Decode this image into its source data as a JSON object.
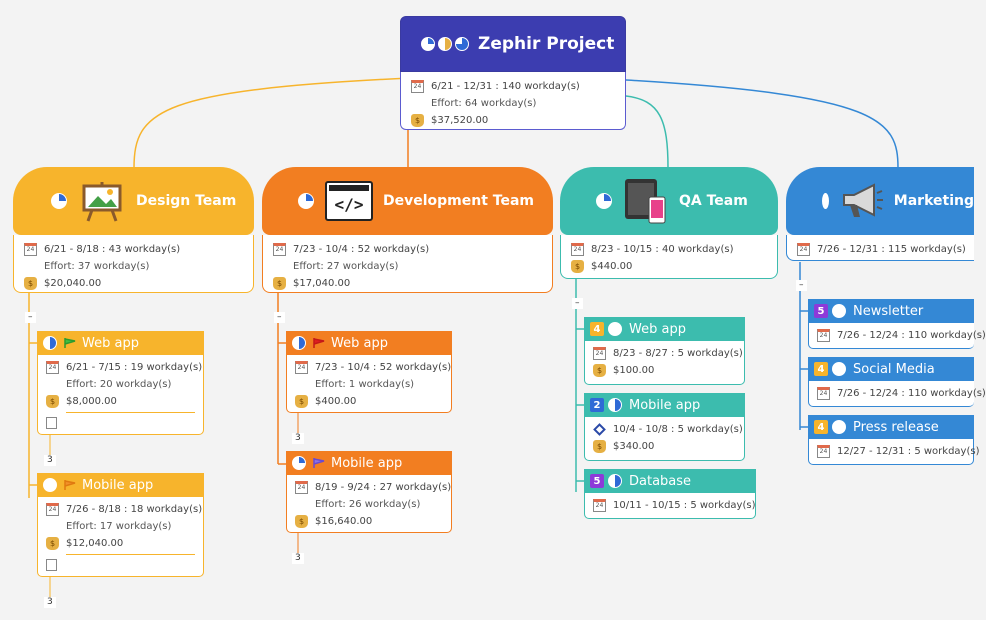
{
  "root": {
    "title": "Zephir Project",
    "dates": "6/21 - 12/31 : 140 workday(s)",
    "effort": "Effort: 64 workday(s)",
    "cost": "$37,520.00"
  },
  "teams": {
    "design": {
      "title": "Design Team",
      "dates": "6/21 - 8/18 : 43 workday(s)",
      "effort": "Effort: 37 workday(s)",
      "cost": "$20,040.00"
    },
    "dev": {
      "title": "Development Team",
      "dates": "7/23 - 10/4 : 52 workday(s)",
      "effort": "Effort: 27 workday(s)",
      "cost": "$17,040.00"
    },
    "qa": {
      "title": "QA Team",
      "dates": "8/23 - 10/15 : 40 workday(s)",
      "cost": "$440.00"
    },
    "marketing": {
      "title": "Marketing",
      "dates": "7/26 - 12/31 : 115 workday(s)"
    }
  },
  "design_tasks": [
    {
      "label": "Web app",
      "dates": "6/21 - 7/15 : 19 workday(s)",
      "effort": "Effort: 20 workday(s)",
      "cost": "$8,000.00",
      "count": "3"
    },
    {
      "label": "Mobile app",
      "dates": "7/26 - 8/18 : 18 workday(s)",
      "effort": "Effort: 17 workday(s)",
      "cost": "$12,040.00",
      "count": "3"
    }
  ],
  "dev_tasks": [
    {
      "label": "Web app",
      "dates": "7/23 - 10/4 : 52 workday(s)",
      "effort": "Effort: 1 workday(s)",
      "cost": "$400.00",
      "count": "3"
    },
    {
      "label": "Mobile app",
      "dates": "8/19 - 9/24 : 27 workday(s)",
      "effort": "Effort: 26 workday(s)",
      "cost": "$16,640.00",
      "count": "3"
    }
  ],
  "qa_tasks": [
    {
      "priority": "4",
      "label": "Web app",
      "dates": "8/23 - 8/27 : 5 workday(s)",
      "cost": "$100.00"
    },
    {
      "priority": "2",
      "label": "Mobile app",
      "dates": "10/4 - 10/8 : 5 workday(s)",
      "cost": "$340.00"
    },
    {
      "priority": "5",
      "label": "Database",
      "dates": "10/11 - 10/15 : 5 workday(s)"
    }
  ],
  "marketing_tasks": [
    {
      "priority": "5",
      "label": "Newsletter",
      "dates": "7/26 - 12/24 : 110 workday(s)"
    },
    {
      "priority": "4",
      "label": "Social Media",
      "dates": "7/26 - 12/24 : 110 workday(s)"
    },
    {
      "priority": "4",
      "label": "Press release",
      "dates": "12/27 - 12/31 : 5 workday(s)"
    }
  ],
  "calendar_icon_text": "24",
  "collapse_symbol": "–",
  "colors": {
    "root": "#3c3db0",
    "design": "#f7b42c",
    "dev": "#f27e21",
    "qa": "#3cbcae",
    "marketing": "#3488d5"
  }
}
